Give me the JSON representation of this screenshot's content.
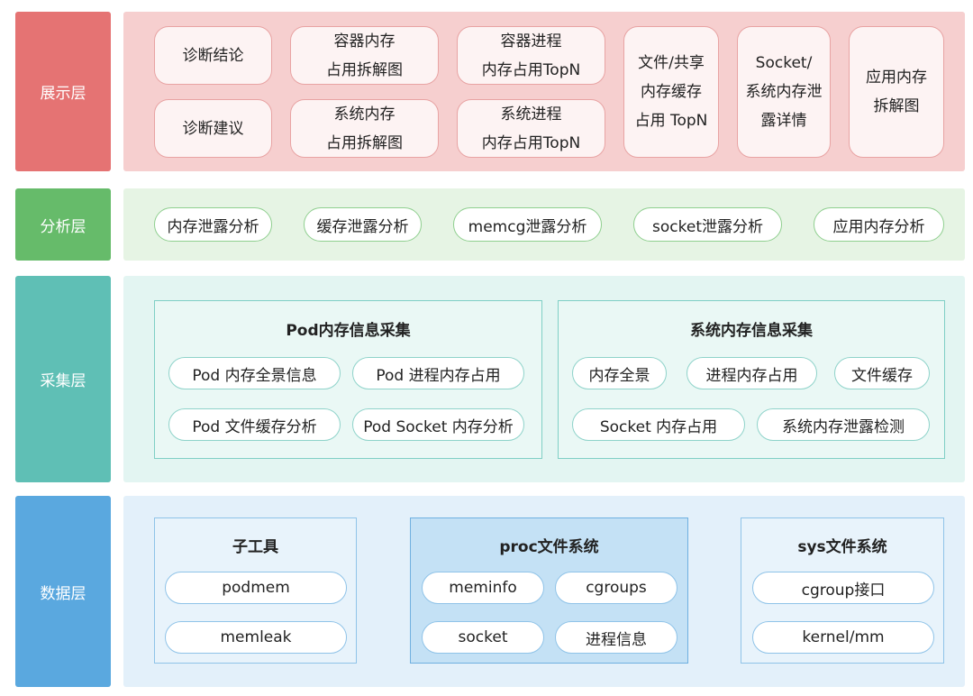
{
  "layers": {
    "presentation": {
      "label": "展示层",
      "cards": [
        {
          "lines": [
            "诊断结论"
          ]
        },
        {
          "lines": [
            "诊断建议"
          ]
        },
        {
          "lines": [
            "容器内存",
            "占用拆解图"
          ]
        },
        {
          "lines": [
            "系统内存",
            "占用拆解图"
          ]
        },
        {
          "lines": [
            "容器进程",
            "内存占用TopN"
          ]
        },
        {
          "lines": [
            "系统进程",
            "内存占用TopN"
          ]
        },
        {
          "lines": [
            "文件/共享",
            "内存缓存",
            "占用 TopN"
          ]
        },
        {
          "lines": [
            "Socket/",
            "系统内存泄",
            "露详情"
          ]
        },
        {
          "lines": [
            "应用内存",
            "拆解图"
          ]
        }
      ]
    },
    "analysis": {
      "label": "分析层",
      "items": [
        "内存泄露分析",
        "缓存泄露分析",
        "memcg泄露分析",
        "socket泄露分析",
        "应用内存分析"
      ]
    },
    "collection": {
      "label": "采集层",
      "pod_group": {
        "title": "Pod内存信息采集",
        "items": [
          "Pod 内存全景信息",
          "Pod 进程内存占用",
          "Pod 文件缓存分析",
          "Pod Socket 内存分析"
        ]
      },
      "system_group": {
        "title": "系统内存信息采集",
        "items": [
          "内存全景",
          "进程内存占用",
          "文件缓存",
          "Socket 内存占用",
          "系统内存泄露检测"
        ]
      }
    },
    "data": {
      "label": "数据层",
      "tools": {
        "title": "子工具",
        "items": [
          "podmem",
          "memleak"
        ]
      },
      "proc": {
        "title": "proc文件系统",
        "items": [
          "meminfo",
          "cgroups",
          "socket",
          "进程信息"
        ]
      },
      "sys": {
        "title": "sys文件系统",
        "items": [
          "cgroup接口",
          "kernel/mm"
        ]
      }
    }
  }
}
